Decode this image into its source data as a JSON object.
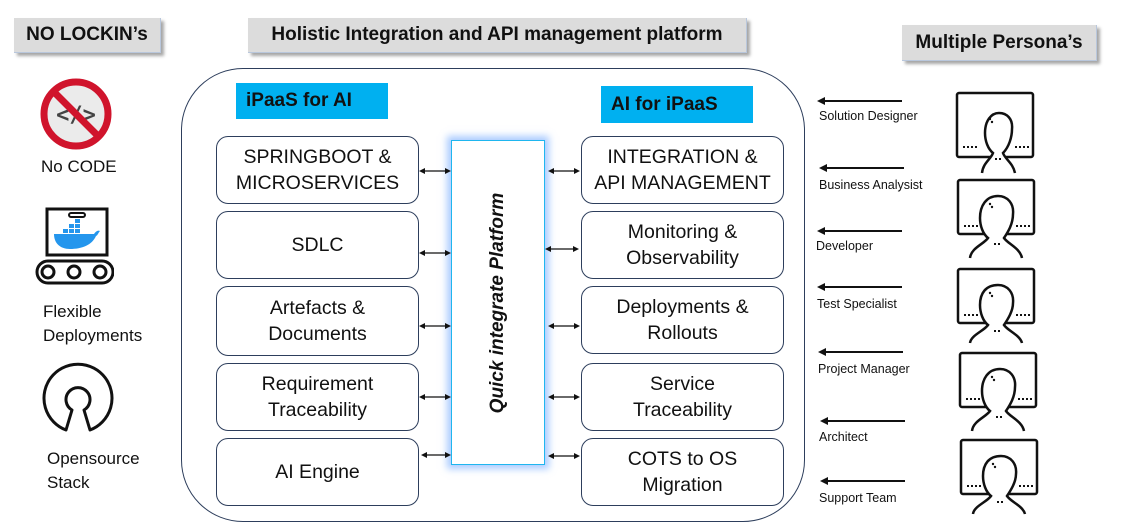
{
  "left_panel": {
    "title": "NO LOCKIN’s",
    "features": [
      {
        "icon": "no-code-icon",
        "label_lines": [
          "No CODE"
        ]
      },
      {
        "icon": "docker-conveyor-icon",
        "label_lines": [
          "Flexible",
          "Deployments"
        ]
      },
      {
        "icon": "open-source-icon",
        "label_lines": [
          "Opensource",
          "Stack"
        ]
      }
    ]
  },
  "center_panel": {
    "title": "Holistic Integration and API management platform",
    "left_header": "iPaaS for AI",
    "right_header": "AI for iPaaS",
    "core": "Quick integrate Platform",
    "left_modules": [
      {
        "lines": [
          "SPRINGBOOT &",
          "MICROSERVICES"
        ]
      },
      {
        "lines": [
          "SDLC"
        ]
      },
      {
        "lines": [
          "Artefacts &",
          "Documents"
        ]
      },
      {
        "lines": [
          "Requirement",
          "Traceability"
        ]
      },
      {
        "lines": [
          "AI Engine"
        ]
      }
    ],
    "right_modules": [
      {
        "lines": [
          "INTEGRATION &",
          "API MANAGEMENT"
        ]
      },
      {
        "lines": [
          "Monitoring &",
          "Observability"
        ]
      },
      {
        "lines": [
          "Deployments &",
          "Rollouts"
        ]
      },
      {
        "lines": [
          "Service",
          "Traceability"
        ]
      },
      {
        "lines": [
          "COTS to OS",
          "Migration"
        ]
      }
    ],
    "colors": {
      "header_blue": "#00b0f0",
      "core_border": "#1fb6ef",
      "outline": "#2d3e5c"
    }
  },
  "right_panel": {
    "title": "Multiple Persona’s",
    "personas": [
      "Solution Designer",
      "Business Analysist",
      "Developer",
      "Test Specialist",
      "Project Manager",
      "Architect",
      "Support Team"
    ],
    "persona_icon": "user-at-computer-icon"
  }
}
